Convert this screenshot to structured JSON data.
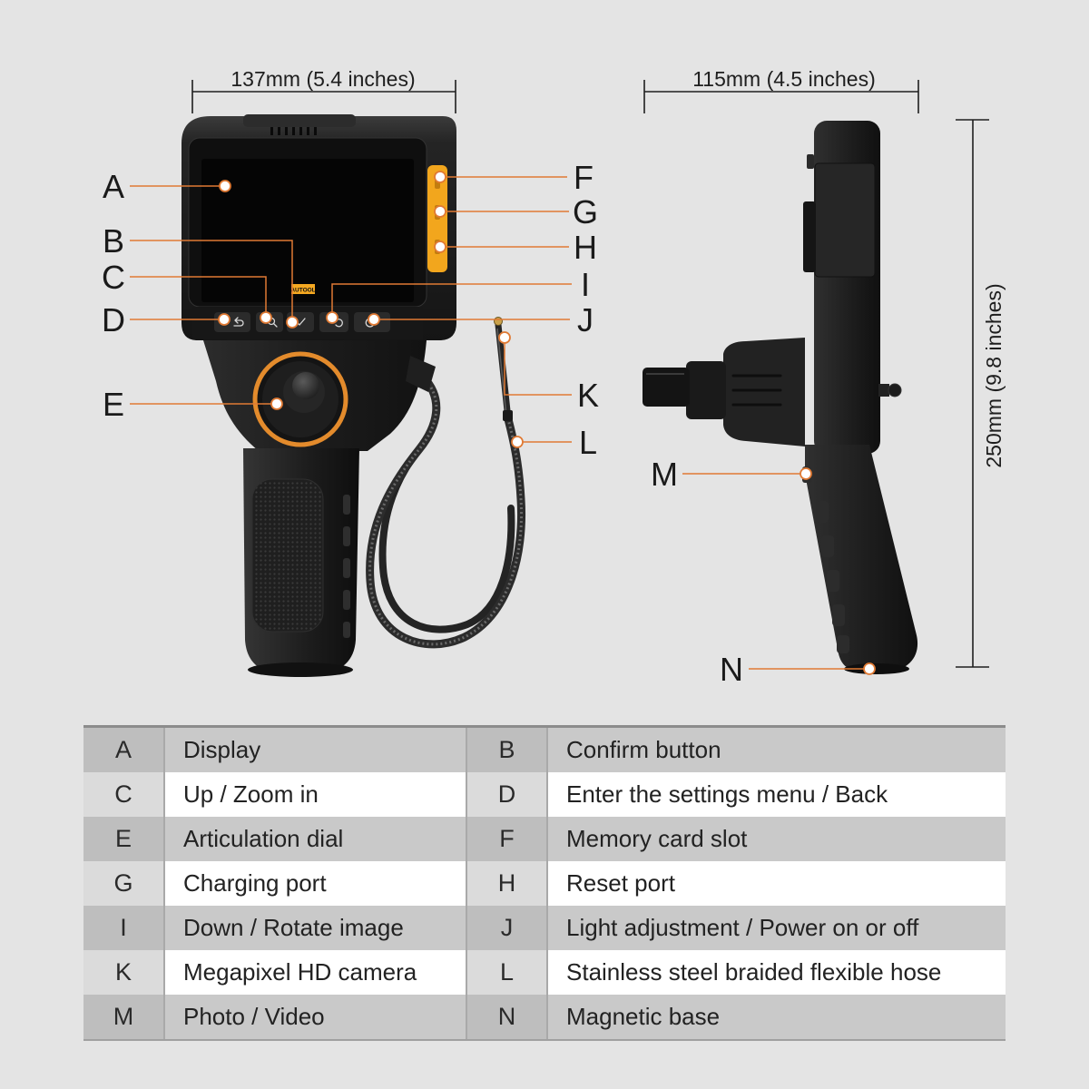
{
  "dimensions": {
    "front_width": "137mm (5.4 inches)",
    "side_width": "115mm (4.5 inches)",
    "height": "250mm (9.8 inches)"
  },
  "device_logo": "AUTOOL",
  "callouts": {
    "A": "A",
    "B": "B",
    "C": "C",
    "D": "D",
    "E": "E",
    "F": "F",
    "G": "G",
    "H": "H",
    "I": "I",
    "J": "J",
    "K": "K",
    "L": "L",
    "M": "M",
    "N": "N"
  },
  "button_icons": [
    "back-icon",
    "zoom-in-icon",
    "confirm-icon",
    "rotate-icon",
    "power-icon"
  ],
  "legend_table": {
    "rows": [
      {
        "left": {
          "letter": "A",
          "description": "Display"
        },
        "right": {
          "letter": "B",
          "description": "Confirm button"
        }
      },
      {
        "left": {
          "letter": "C",
          "description": "Up / Zoom in"
        },
        "right": {
          "letter": "D",
          "description": "Enter the settings menu / Back"
        }
      },
      {
        "left": {
          "letter": "E",
          "description": "Articulation dial"
        },
        "right": {
          "letter": "F",
          "description": "Memory card slot"
        }
      },
      {
        "left": {
          "letter": "G",
          "description": "Charging port"
        },
        "right": {
          "letter": "H",
          "description": "Reset port"
        }
      },
      {
        "left": {
          "letter": "I",
          "description": "Down / Rotate image"
        },
        "right": {
          "letter": "J",
          "description": "Light adjustment / Power on or off"
        }
      },
      {
        "left": {
          "letter": "K",
          "description": "Megapixel HD camera"
        },
        "right": {
          "letter": "L",
          "description": "Stainless steel braided flexible hose"
        }
      },
      {
        "left": {
          "letter": "M",
          "description": "Photo / Video"
        },
        "right": {
          "letter": "N",
          "description": "Magnetic base"
        }
      }
    ]
  },
  "colors": {
    "background": "#e4e4e4",
    "callout_line": "#e07a34",
    "side_panel_yellow": "#f2a61d",
    "dial_ring": "#e38b2c",
    "device_body": "#1d1d1d",
    "table_shaded": "#c9c9c9",
    "table_plain": "#ffffff"
  }
}
